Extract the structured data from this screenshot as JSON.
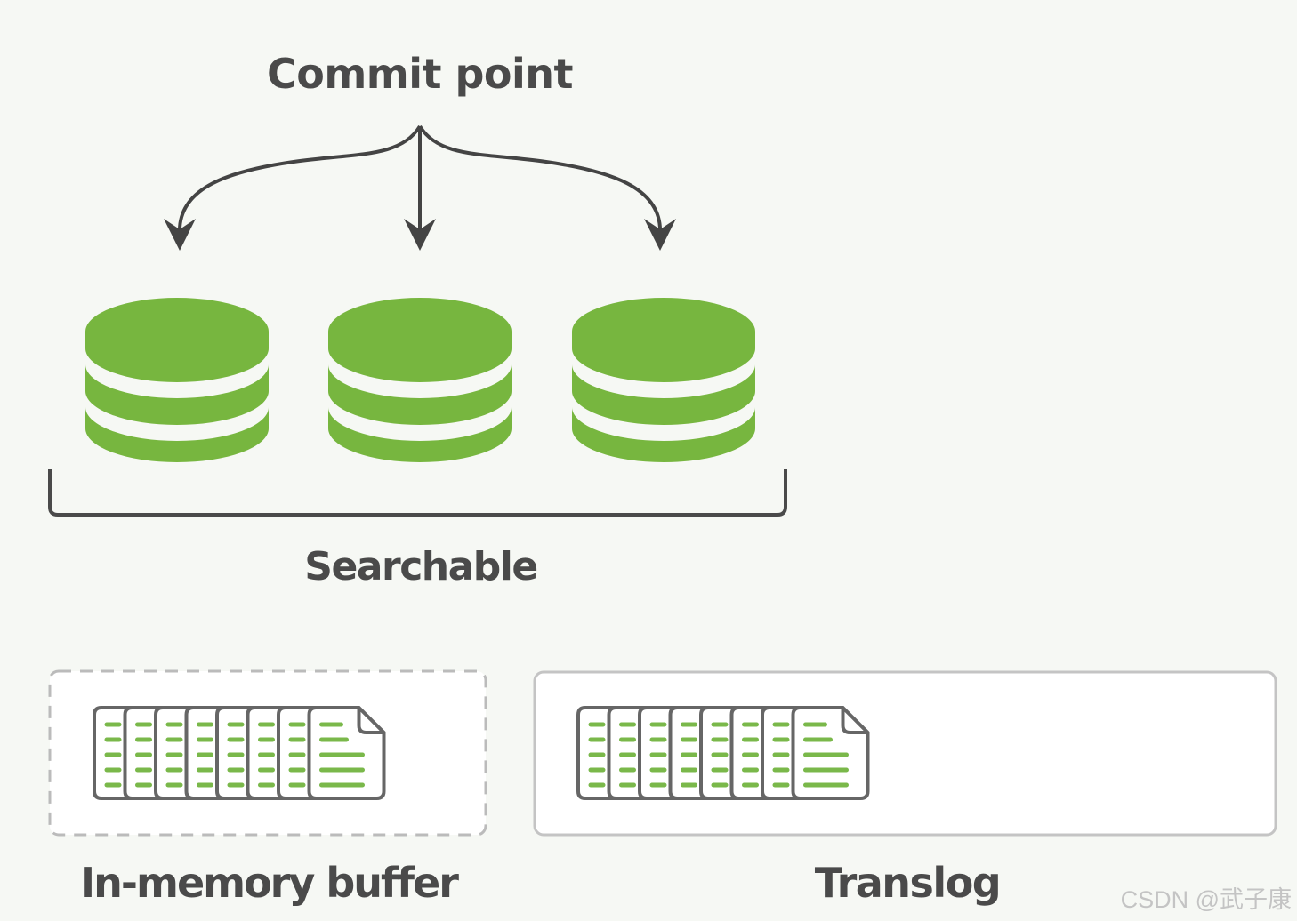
{
  "diagram": {
    "title": "Commit point",
    "segments": {
      "count": 3,
      "group_label": "Searchable",
      "color": "#77b63f"
    },
    "buffers": [
      {
        "name": "in-memory-buffer",
        "label": "In-memory buffer",
        "document_count": 8,
        "border_style": "dashed"
      },
      {
        "name": "translog",
        "label": "Translog",
        "document_count": 8,
        "border_style": "solid"
      }
    ],
    "colors": {
      "text": "#4a4a4a",
      "arrow": "#444444",
      "segment": "#77b63f",
      "doc_lines": "#7ab84a",
      "doc_outline": "#666666",
      "background": "#f6f8f4"
    }
  },
  "watermark": "CSDN @武子康"
}
